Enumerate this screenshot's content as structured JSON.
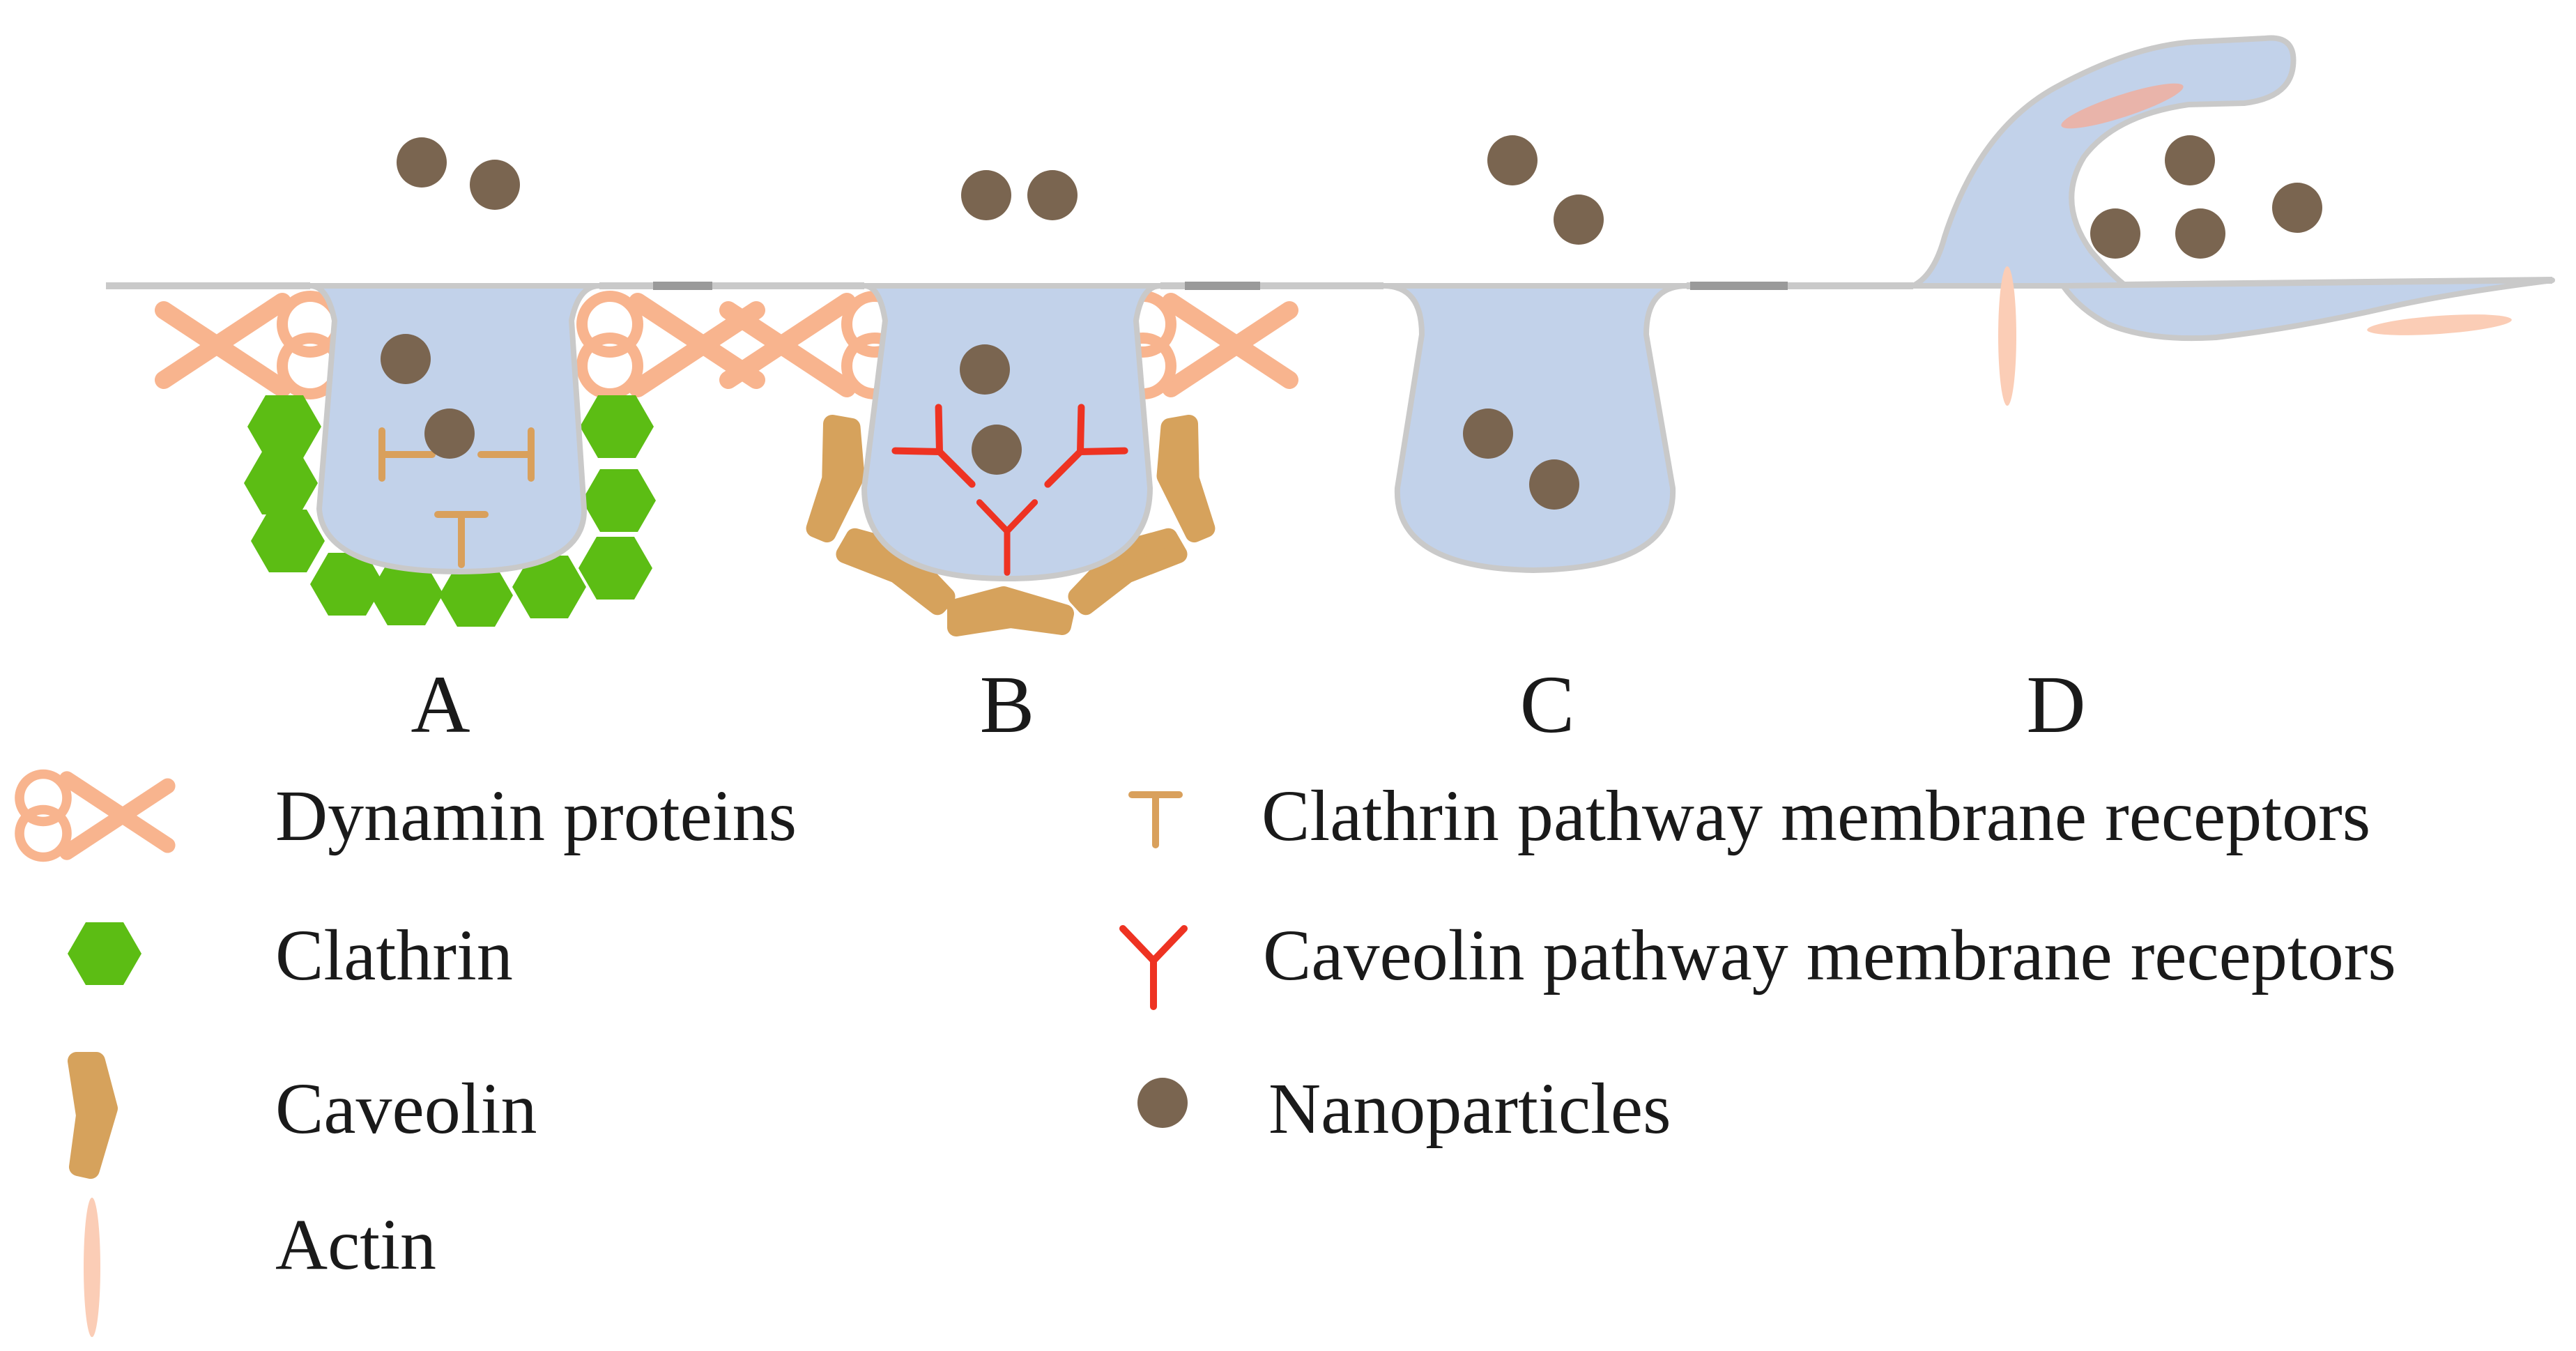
{
  "colors": {
    "vesicle_fill": "#c2d2ea",
    "membrane": "#c9c9c9",
    "membrane_dark": "#9a9a9a",
    "nanoparticle": "#7a6550",
    "dynamin": "#f8b48e",
    "clathrin": "#5cbd14",
    "caveolin": "#d6a25c",
    "clathrin_receptor": "#d9a05c",
    "caveolin_receptor": "#ee3322",
    "actin": "#fbcdb6"
  },
  "panels": {
    "a": "A",
    "b": "B",
    "c": "C",
    "d": "D"
  },
  "legend": {
    "dynamin": {
      "label": "Dynamin proteins",
      "icon": "dynamin-scissors-icon"
    },
    "clathrin": {
      "label": "Clathrin",
      "icon": "clathrin-hexagon-icon"
    },
    "caveolin": {
      "label": "Caveolin",
      "icon": "caveolin-chevron-icon"
    },
    "actin": {
      "label": "Actin",
      "icon": "actin-filament-icon"
    },
    "clathrin_receptor": {
      "label": "Clathrin pathway membrane receptors",
      "icon": "t-receptor-icon"
    },
    "caveolin_receptor": {
      "label": "Caveolin pathway membrane receptors",
      "icon": "y-receptor-icon"
    },
    "nanoparticles": {
      "label": "Nanoparticles",
      "icon": "nanoparticle-icon"
    }
  }
}
